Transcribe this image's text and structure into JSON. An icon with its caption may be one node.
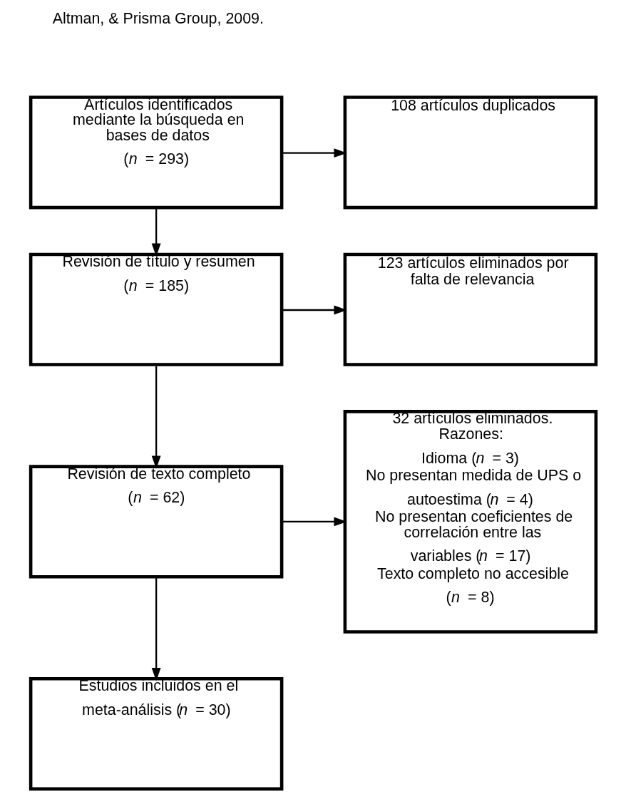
{
  "diagram": {
    "nodes": [
      {
        "text": [
          "Artículos identificados mediante la búsqueda en bases de datos",
          "(*n* = 293)"
        ]
      },
      {
        "text": [
          "Revisión de título y resumen",
          "(*n* = 185)"
        ]
      },
      {
        "text": [
          "Revisión de texto completo",
          "(*n* = 62)"
        ]
      },
      {
        "text": [
          "Estudios incluidos en el meta-análisis (*n* = 30)"
        ]
      },
      {
        "text": [
          "108 artículos duplicados"
        ]
      },
      {
        "text": [
          "123 artículos eliminados por falta de relevancia"
        ]
      },
      {
        "text": [
          "32 artículos eliminados. Razones:",
          "Idioma (*n* = 3)",
          "No presentan medida de UPS o autoestima (*n* = 4)",
          "No presentan coeficientes de correlación entre las variables (*n* = 17)",
          "Texto completo no accesible (*n* = 8)"
        ]
      }
    ],
    "edges": [
      {
        "from": 0,
        "to": 1,
        "arrow": "to"
      },
      {
        "from": 0,
        "to": 4,
        "arrow": "to"
      },
      {
        "from": 1,
        "to": 2,
        "arrow": "to"
      },
      {
        "from": 1,
        "to": 5,
        "arrow": "to"
      },
      {
        "from": 2,
        "to": 3,
        "arrow": "to"
      },
      {
        "from": 2,
        "to": 6,
        "arrow": "to"
      }
    ],
    "labels": [
      "Altman, & Prisma Group, 2009."
    ]
  }
}
